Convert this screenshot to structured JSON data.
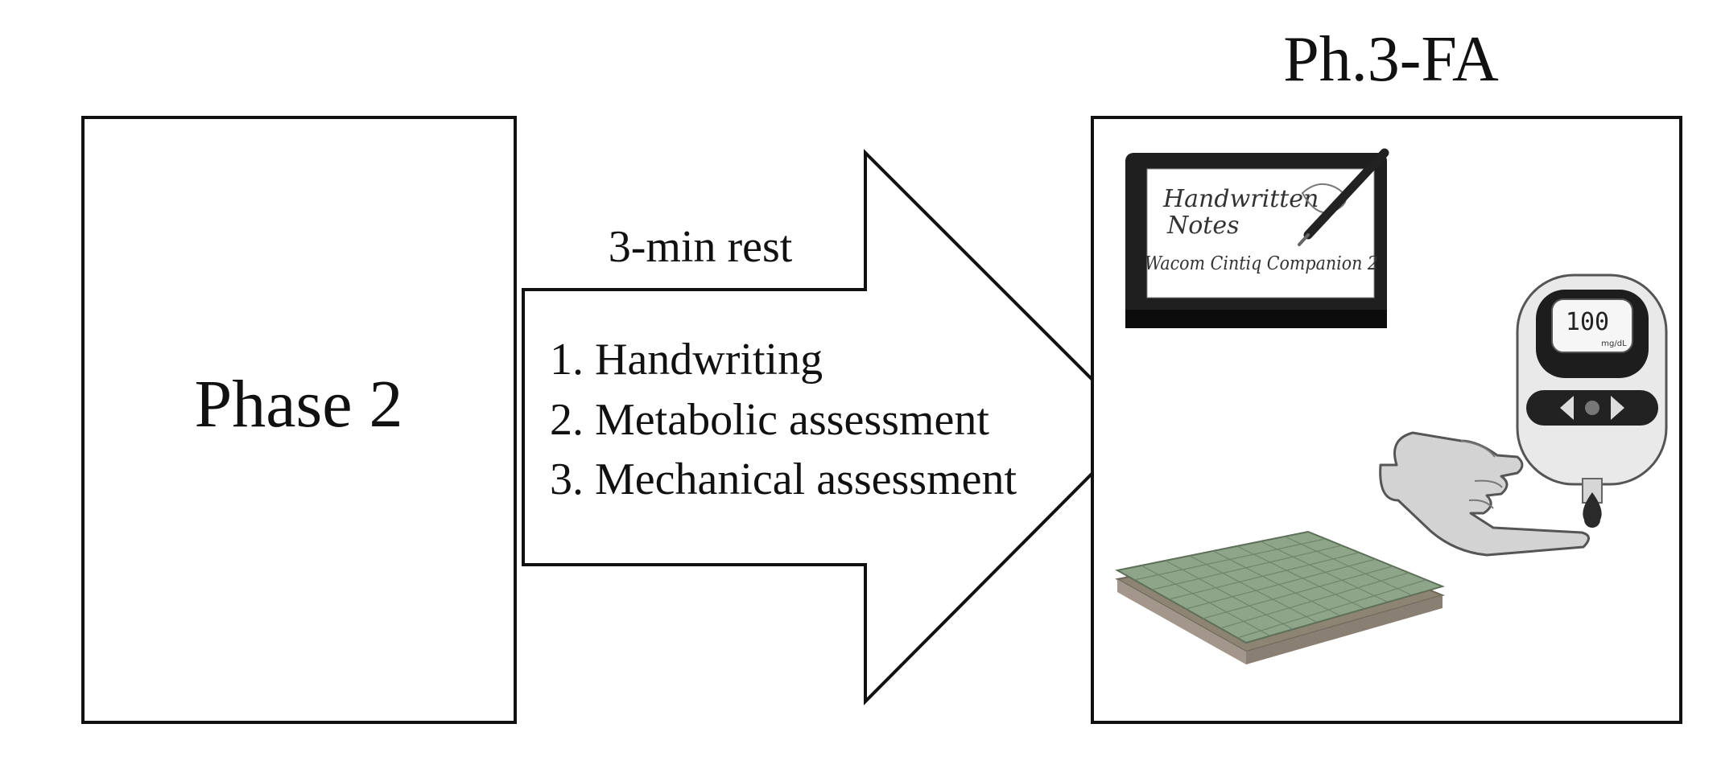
{
  "phase2": {
    "label": "Phase 2"
  },
  "arrow": {
    "rest_label": "3-min rest",
    "steps": [
      "1. Handwriting",
      "2. Metabolic assessment",
      "3. Mechanical assessment"
    ]
  },
  "phase3": {
    "title": "Ph.3-FA",
    "tablet_text": [
      "Handwritten",
      "Notes",
      "Wacom Cintiq Companion 2"
    ],
    "glucometer_reading": "100",
    "glucometer_unit": "mg/dL"
  }
}
